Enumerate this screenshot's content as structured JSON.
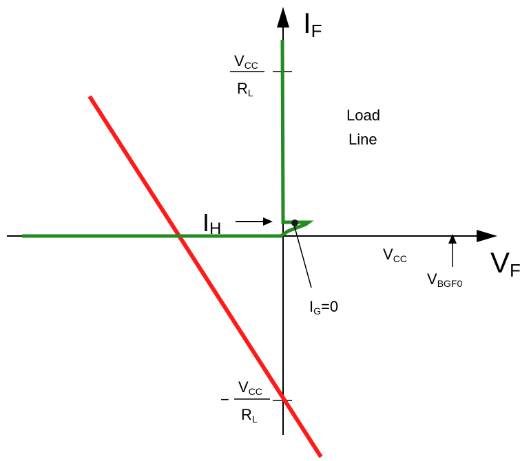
{
  "axes": {
    "y_label_main": "I",
    "y_label_sub": "F",
    "x_label_main": "V",
    "x_label_sub": "F"
  },
  "top_fraction": {
    "num_main": "V",
    "num_sub": "CC",
    "den_main": "R",
    "den_sub": "L"
  },
  "bottom_fraction": {
    "sign": "−",
    "num_main": "V",
    "num_sub": "CC",
    "den_main": "R",
    "den_sub": "L"
  },
  "load_line_label": {
    "line1": "Load",
    "line2": "Line"
  },
  "holding_current": {
    "main": "I",
    "sub": "H"
  },
  "gate_current": {
    "main": "I",
    "sub": "G",
    "rest": "=0"
  },
  "vcc_label": {
    "main": "V",
    "sub": "CC"
  },
  "breakover_label": {
    "main": "V",
    "sub": "BGF0"
  },
  "colors": {
    "characteristic": "#228B22",
    "load_line": "#FF1A1A",
    "axes": "#000000"
  }
}
